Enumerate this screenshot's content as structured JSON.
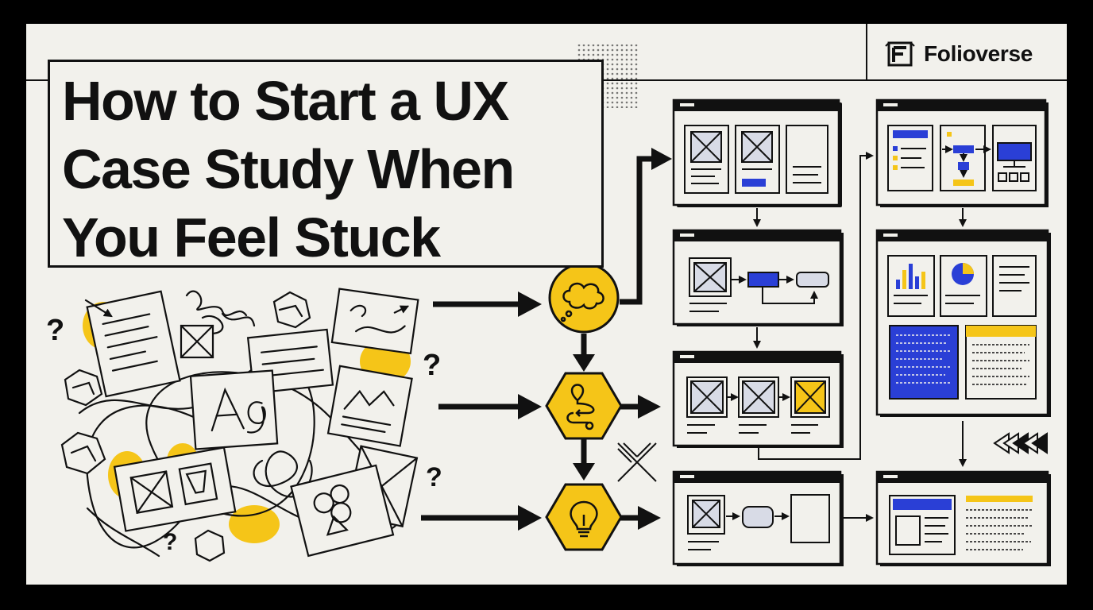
{
  "title": {
    "lines": [
      "How to Start a UX",
      "Case Study When",
      "You Feel Stuck"
    ]
  },
  "brand": {
    "name": "Folioverse",
    "icon": "folioverse-logo-icon"
  },
  "stages": [
    {
      "id": "think",
      "icon": "thought-cloud-icon"
    },
    {
      "id": "map",
      "icon": "route-icon"
    },
    {
      "id": "idea",
      "icon": "lightbulb-icon"
    }
  ],
  "colors": {
    "background": "#f2f1ec",
    "frame": "#000000",
    "ink": "#111111",
    "accent_yellow": "#f5c518",
    "accent_blue": "#2a3fd6",
    "wireframe_fill": "#d8dbe6"
  }
}
